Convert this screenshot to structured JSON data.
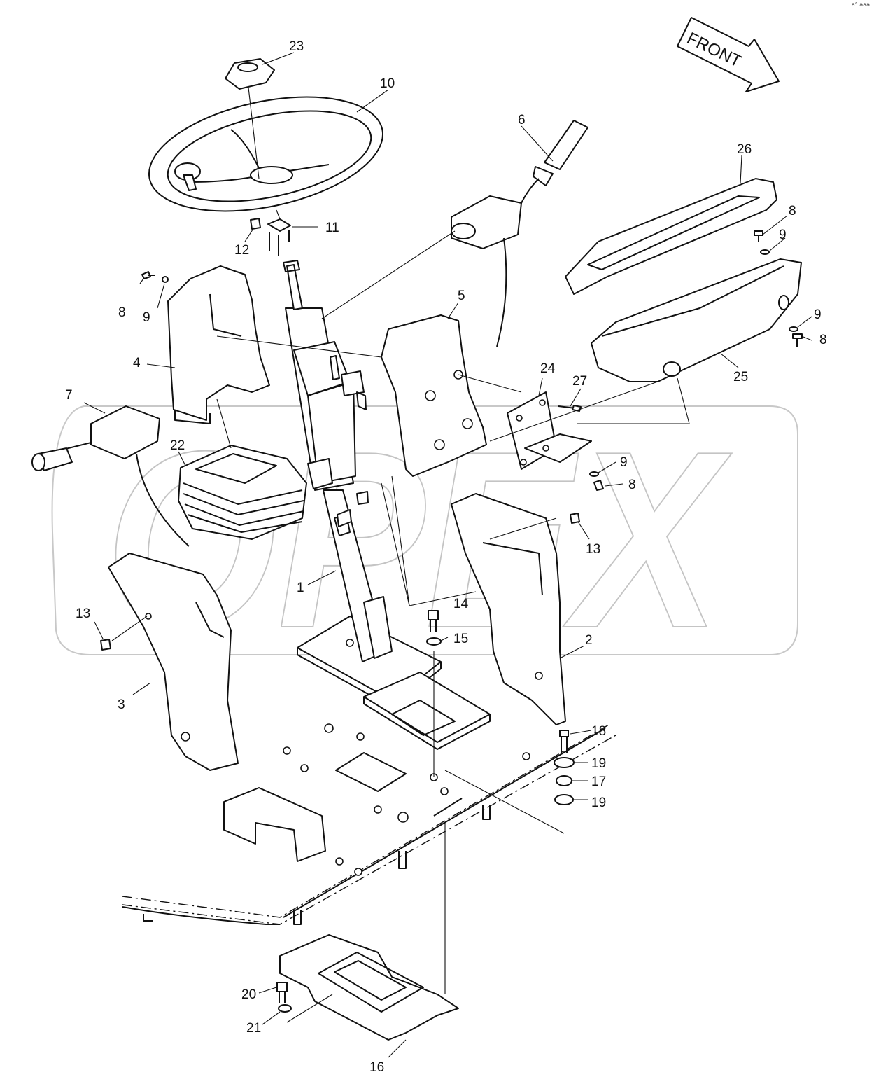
{
  "watermark": {
    "text": "OPEX"
  },
  "corner_mark": "a° aaa",
  "front_arrow": {
    "label": "FRONT"
  },
  "callouts": [
    {
      "id": "c1",
      "label": "1"
    },
    {
      "id": "c2",
      "label": "2"
    },
    {
      "id": "c3",
      "label": "3"
    },
    {
      "id": "c4",
      "label": "4"
    },
    {
      "id": "c5",
      "label": "5"
    },
    {
      "id": "c6",
      "label": "6"
    },
    {
      "id": "c7",
      "label": "7"
    },
    {
      "id": "c8a",
      "label": "8"
    },
    {
      "id": "c8b",
      "label": "8"
    },
    {
      "id": "c8c",
      "label": "8"
    },
    {
      "id": "c8d",
      "label": "8"
    },
    {
      "id": "c9a",
      "label": "9"
    },
    {
      "id": "c9b",
      "label": "9"
    },
    {
      "id": "c9c",
      "label": "9"
    },
    {
      "id": "c9d",
      "label": "9"
    },
    {
      "id": "c10",
      "label": "10"
    },
    {
      "id": "c11",
      "label": "11"
    },
    {
      "id": "c12",
      "label": "12"
    },
    {
      "id": "c13a",
      "label": "13"
    },
    {
      "id": "c13b",
      "label": "13"
    },
    {
      "id": "c14",
      "label": "14"
    },
    {
      "id": "c15",
      "label": "15"
    },
    {
      "id": "c16",
      "label": "16"
    },
    {
      "id": "c17",
      "label": "17"
    },
    {
      "id": "c18",
      "label": "18"
    },
    {
      "id": "c19a",
      "label": "19"
    },
    {
      "id": "c19b",
      "label": "19"
    },
    {
      "id": "c20",
      "label": "20"
    },
    {
      "id": "c21",
      "label": "21"
    },
    {
      "id": "c22",
      "label": "22"
    },
    {
      "id": "c23",
      "label": "23"
    },
    {
      "id": "c24",
      "label": "24"
    },
    {
      "id": "c25",
      "label": "25"
    },
    {
      "id": "c26",
      "label": "26"
    },
    {
      "id": "c27",
      "label": "27"
    }
  ]
}
